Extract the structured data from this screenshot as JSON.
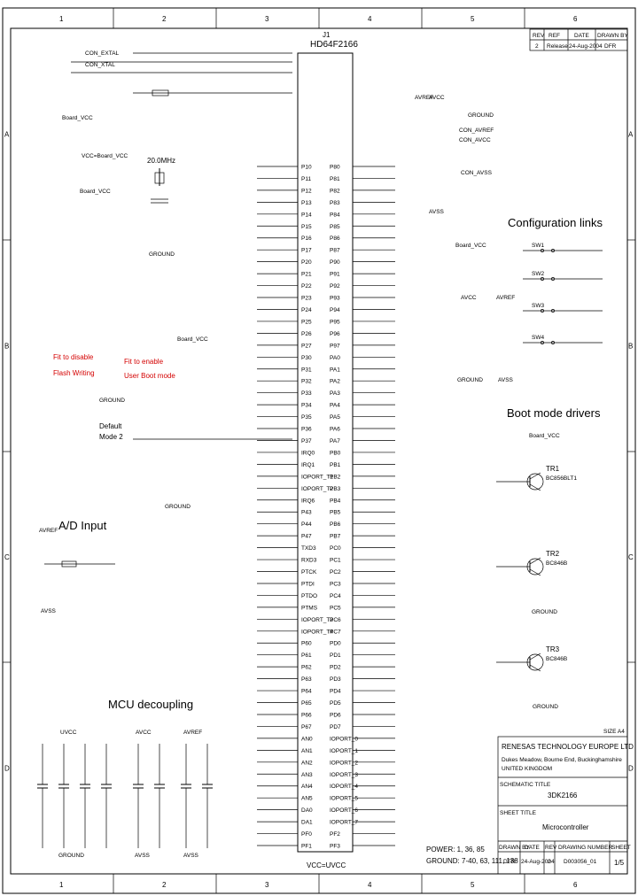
{
  "frame": {
    "columns": [
      "1",
      "2",
      "3",
      "4",
      "5",
      "6"
    ],
    "rows": [
      "A",
      "B",
      "C",
      "D"
    ]
  },
  "revision": {
    "headers": [
      "REV",
      "REF",
      "DATE",
      "DRAWN BY"
    ],
    "row": [
      "2",
      "Release",
      "24-Aug-2004",
      "DFR"
    ]
  },
  "chip": {
    "ref": "J1",
    "part": "HD64F2166",
    "supply": "VCC=UVCC"
  },
  "headings": {
    "config": "Configuration links",
    "boot": "Boot mode drivers",
    "ad": "A/D Input",
    "decoupling": "MCU decoupling"
  },
  "notes": {
    "red1": [
      "Fit to disable",
      "Flash Writing"
    ],
    "red2": [
      "Fit to enable",
      "User Boot mode"
    ],
    "default": [
      "Default",
      "Mode 2"
    ],
    "power": "POWER: 1, 36, 85",
    "ground": "GROUND: 7-40, 63, 111, 138"
  },
  "nets": {
    "ground": "GROUND",
    "board_vcc": "Board_VCC",
    "avcc": "AVCC",
    "avref": "AVREF",
    "uvcc": "UVCC",
    "avss": "AVSS",
    "vcc_board": "VCC=Board_VCC",
    "con_extal": "CON_EXTAL",
    "con_xtal": "CON_XTAL",
    "con_avref": "CON_AVREF",
    "con_avcc": "CON_AVCC",
    "con_avss": "CON_AVSS",
    "crystal": "20.0MHz"
  },
  "left_pins": [
    "P10",
    "P11",
    "P12",
    "P13",
    "P14",
    "P15",
    "P16",
    "P17",
    "P20",
    "P21",
    "P22",
    "P23",
    "P24",
    "P25",
    "P26",
    "P27",
    "P30",
    "P31",
    "P32",
    "P33",
    "P34",
    "P35",
    "P36",
    "P37",
    "IRQ0",
    "IRQ1",
    "IOPORT_T1",
    "IOPORT_T2",
    "IRQ6",
    "P43",
    "P44",
    "P47",
    "TXD3",
    "RXD3",
    "PTCK",
    "PTDI",
    "PTDO",
    "PTMS",
    "IOPORT_T3",
    "IOPORT_T4",
    "P60",
    "P61",
    "P62",
    "P63",
    "P64",
    "P65",
    "P66",
    "P67",
    "AN0",
    "AN1",
    "AN2",
    "AN3",
    "AN4",
    "AN5",
    "DA0",
    "DA1",
    "PF0",
    "PF1"
  ],
  "right_pins": [
    "P80",
    "P81",
    "P82",
    "P83",
    "P84",
    "P85",
    "P86",
    "P87",
    "P90",
    "P91",
    "P92",
    "P93",
    "P94",
    "P95",
    "P96",
    "P97",
    "PA0",
    "PA1",
    "PA2",
    "PA3",
    "PA4",
    "PA5",
    "PA6",
    "PA7",
    "PB0",
    "PB1",
    "PB2",
    "PB3",
    "PB4",
    "PB5",
    "PB6",
    "PB7",
    "PC0",
    "PC1",
    "PC2",
    "PC3",
    "PC4",
    "PC5",
    "PC6",
    "PC7",
    "PD0",
    "PD1",
    "PD2",
    "PD3",
    "PD4",
    "PD5",
    "PD6",
    "PD7",
    "IOPORT_0",
    "IOPORT_1",
    "IOPORT_2",
    "IOPORT_3",
    "IOPORT_4",
    "IOPORT_5",
    "IOPORT_6",
    "IOPORT_7",
    "PF2",
    "PF3"
  ],
  "config_links": [
    "SW1",
    "SW2",
    "SW3",
    "SW4"
  ],
  "transistors": [
    {
      "ref": "TR1",
      "part": "BC856BLT1"
    },
    {
      "ref": "TR2",
      "part": "BC846B"
    },
    {
      "ref": "TR3",
      "part": "BC846B"
    }
  ],
  "title_block": {
    "company": "RENESAS TECHNOLOGY EUROPE LTD",
    "address1": "Dukes Meadow, Bourne End, Buckinghamshire",
    "address2": "UNITED KINGDOM",
    "schematic_title_label": "SCHEMATIC TITLE",
    "schematic_title": "3DK2166",
    "sheet_title_label": "SHEET TITLE",
    "sheet_title": "Microcontroller",
    "bottom_headers": [
      "DRAWN BY",
      "DATE",
      "REV",
      "DRAWING NUMBER",
      "SHEET"
    ],
    "bottom_values": [
      "DFR",
      "24-Aug-2004",
      "2",
      "D003056_01",
      "1/5"
    ],
    "size": "SIZE A4"
  }
}
